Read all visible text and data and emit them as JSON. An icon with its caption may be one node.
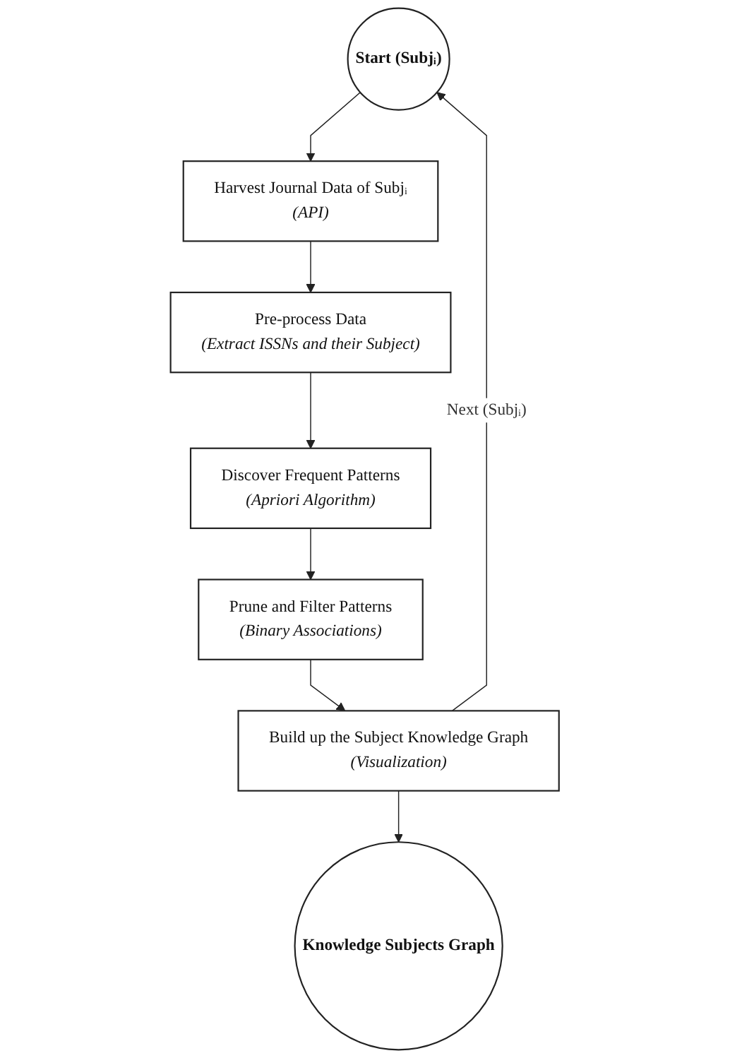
{
  "diagram": {
    "nodes": [
      {
        "text": [
          "Start (Subjᵢ)"
        ]
      },
      {
        "text": [
          "Harvest Journal Data of Subjᵢ",
          "(API)"
        ]
      },
      {
        "text": [
          "Pre-process Data",
          "(Extract ISSNs and their Subject)"
        ]
      },
      {
        "text": [
          "Discover Frequent Patterns",
          "(Apriori Algorithm)"
        ]
      },
      {
        "text": [
          "Prune and Filter Patterns",
          "(Binary Associations)"
        ]
      },
      {
        "text": [
          "Build up the Subject Knowledge Graph",
          "(Visualization)"
        ]
      },
      {
        "text": [
          "Knowledge Subjects Graph"
        ]
      }
    ],
    "edges": [
      {
        "from": 0,
        "to": 1,
        "arrow": "to"
      },
      {
        "from": 1,
        "to": 2,
        "arrow": "to"
      },
      {
        "from": 2,
        "to": 3,
        "arrow": "to"
      },
      {
        "from": 3,
        "to": 4,
        "arrow": "to"
      },
      {
        "from": 4,
        "to": 5,
        "arrow": "to"
      },
      {
        "from": 5,
        "to": 0,
        "arrow": "to",
        "label": "Next (Subjᵢ)"
      },
      {
        "from": 5,
        "to": 6,
        "arrow": "to"
      }
    ]
  }
}
